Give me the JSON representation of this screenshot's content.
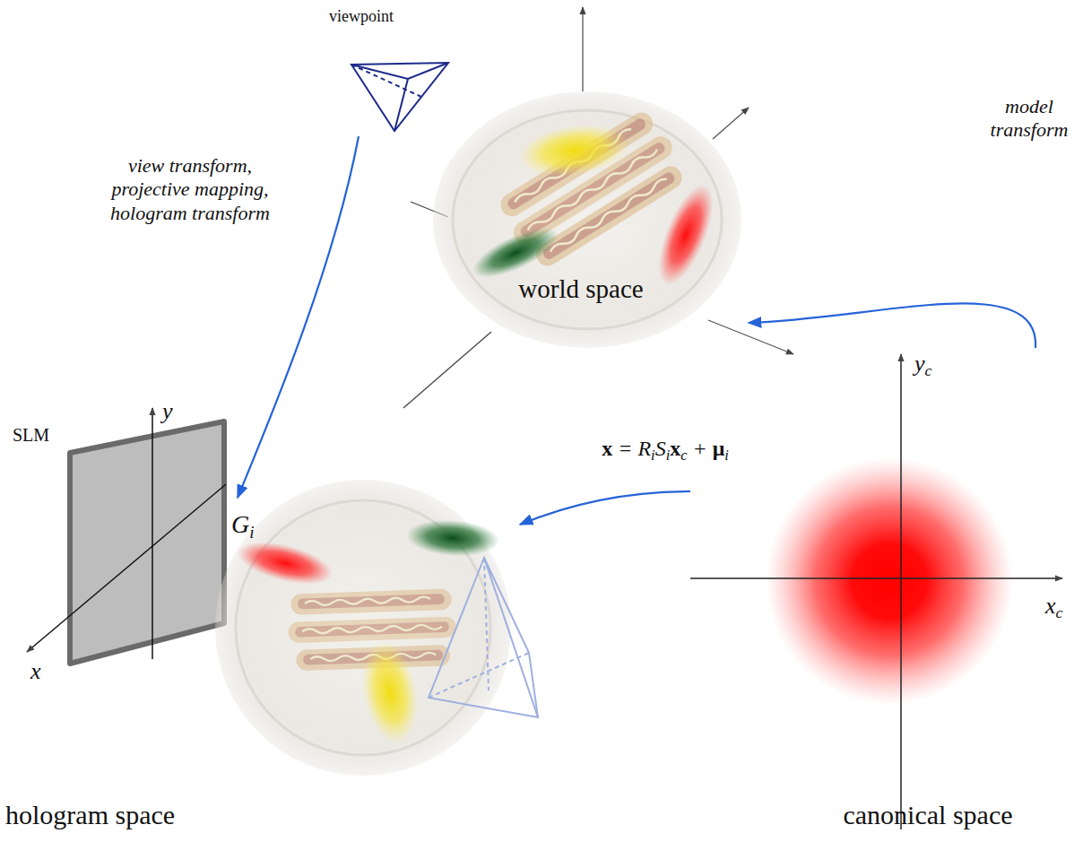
{
  "diagram": {
    "nodes": [
      {
        "text": [
          "viewpoint"
        ]
      },
      {
        "text": [
          "world space"
        ]
      },
      {
        "text": [
          "hologram space"
        ]
      },
      {
        "text": [
          "canonical space"
        ]
      }
    ],
    "edges": [
      {
        "from": 0,
        "to": 2,
        "arrow": "to",
        "label": "view transform, projective mapping, hologram transform"
      },
      {
        "from": 3,
        "to": 1,
        "arrow": "to",
        "label": "model transform"
      },
      {
        "from": 3,
        "to": 2,
        "arrow": "to",
        "label": "x = RiSixc + μi"
      }
    ],
    "labels": [
      "SLM",
      "y",
      "x",
      "Gi",
      "yc",
      "xc"
    ]
  }
}
